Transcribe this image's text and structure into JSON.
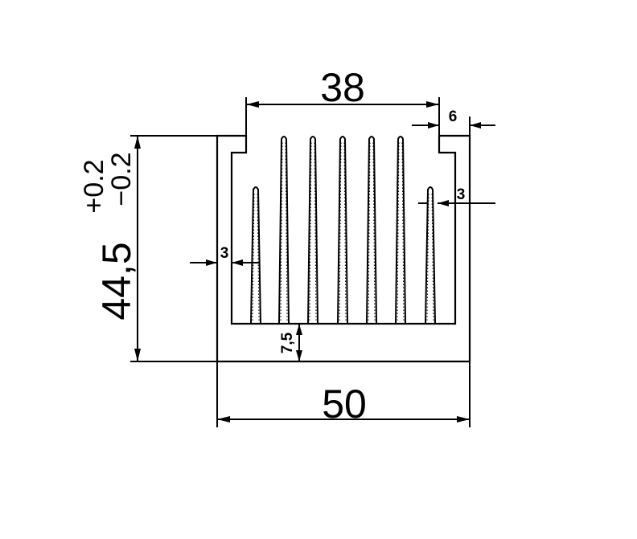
{
  "drawing": {
    "dimensions": {
      "top_width": "38",
      "overall_width": "50",
      "height": "44,5",
      "height_tolerance_upper": "+0.2",
      "height_tolerance_lower": "−0.2",
      "lip_width": "6",
      "wall_thickness_left": "3",
      "fin_thickness": "3",
      "base_thickness": "7,5"
    }
  }
}
